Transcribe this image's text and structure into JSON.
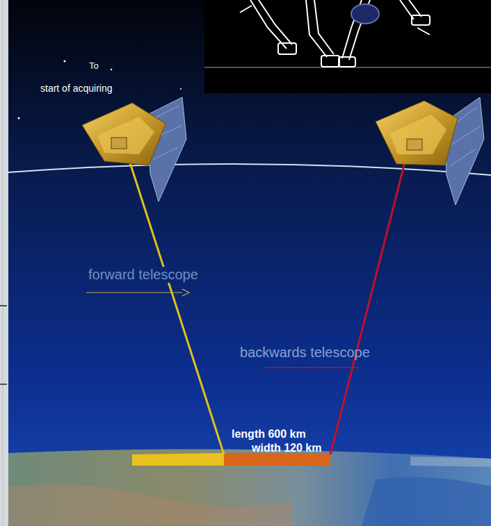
{
  "diagram": {
    "labels": [
      "To",
      "start of acquiring",
      "forward telescope",
      "backwards telescope",
      "length 600 km",
      "width 120 km"
    ]
  }
}
